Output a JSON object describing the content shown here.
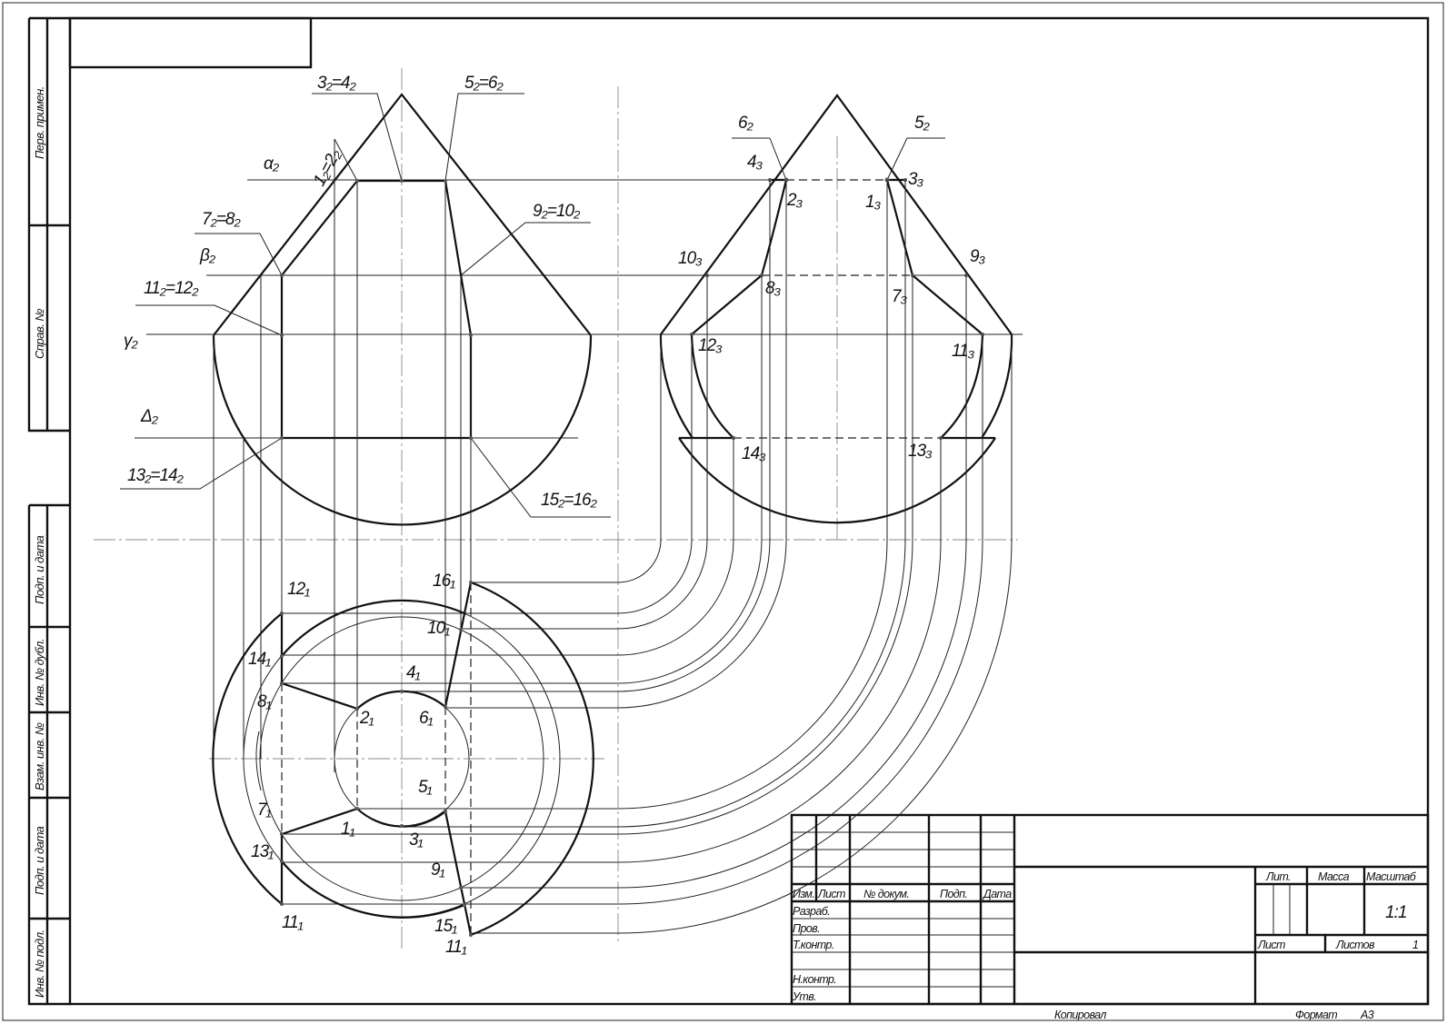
{
  "sheet": {
    "side_strip": [
      "Перв. примен.",
      "Справ. №",
      "Подп. и дата",
      "Инв. № дубл.",
      "Взам. инв. №",
      "Подп. и дата",
      "Инв. № подл."
    ]
  },
  "labels": {
    "front": [
      "3₂=4₂",
      "5₂=6₂",
      "α₂",
      "1₂=2₂",
      "7₂=8₂",
      "β₂",
      "9₂=10₂",
      "11₂=12₂",
      "γ₂",
      "Δ₂",
      "13₂=14₂",
      "15₂=16₂"
    ],
    "side": [
      "6₂",
      "5₂",
      "4₃",
      "2₃",
      "1₃",
      "3₃",
      "10₃",
      "9₃",
      "8₃",
      "7₃",
      "12₃",
      "11₃",
      "14₃",
      "13₃"
    ],
    "top": [
      "12₁",
      "16₁",
      "10₁",
      "14₁",
      "4₁",
      "8₁",
      "2₁",
      "6₁",
      "5₁",
      "7₁",
      "1₁",
      "3₁",
      "13₁",
      "9₁",
      "11₁",
      "15₁",
      "11₁"
    ]
  },
  "title_block": {
    "headers": [
      "Изм.",
      "Лист",
      "№ докум.",
      "Подп.",
      "Дата"
    ],
    "rows": [
      "Разраб.",
      "Пров.",
      "Т.контр.",
      "Н.контр.",
      "Утв."
    ],
    "lit": "Лит.",
    "mass": "Масса",
    "scale_label": "Масштаб",
    "scale_value": "1:1",
    "sheet": "Лист",
    "sheets": "Листов",
    "sheets_value": "1",
    "copied": "Копировал",
    "format_label": "Формат",
    "format_value": "A3"
  }
}
